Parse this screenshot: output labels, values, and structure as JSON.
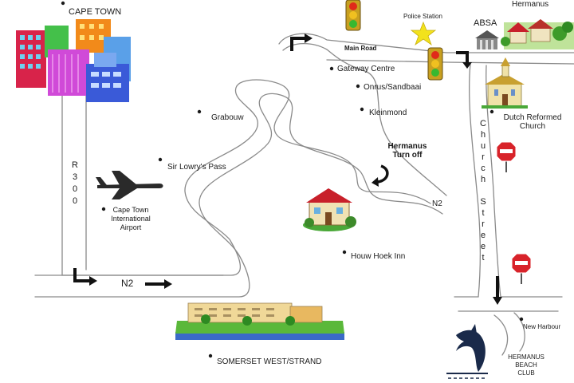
{
  "map": {
    "places": {
      "cape_town": "CAPE TOWN",
      "hermanus": "Hermanus",
      "police_station": "Police Station",
      "absa": "ABSA",
      "main_road": "Main Road",
      "gateway_centre": "Gateway Centre",
      "onrus": "Onrus/Sandbaai",
      "kleinmond": "Kleinmond",
      "grabouw": "Grabouw",
      "sir_lowrys_pass": "Sir Lowry's Pass",
      "hermanus_turnoff_line1": "Hermanus",
      "hermanus_turnoff_line2": "Turn off",
      "n2_right": "N2",
      "airport_line1": "Cape Town",
      "airport_line2": "International",
      "airport_line3": "Airport",
      "houw_hoek_inn": "Houw Hoek Inn",
      "n2_bottom": "N2",
      "somerset_west": "SOMERSET WEST/STRAND",
      "dutch_reformed_line1": "Dutch Reformed",
      "dutch_reformed_line2": "Church",
      "new_harbour": "New Harbour",
      "beach_club_line1": "HERMANUS",
      "beach_club_line2": "BEACH",
      "beach_club_line3": "CLUB"
    },
    "road_r300": [
      "R",
      "3",
      "0",
      "0"
    ],
    "church_street": [
      "C",
      "h",
      "u",
      "r",
      "c",
      "h",
      "",
      "S",
      "t",
      "r",
      "e",
      "e",
      "t"
    ],
    "icons": [
      "city-buildings-icon",
      "airplane-icon",
      "house-icon",
      "traffic-light-icon",
      "star-icon",
      "bank-building-icon",
      "village-icon",
      "church-icon",
      "stop-sign-icon",
      "dolphin-icon",
      "beach-resort-icon",
      "arrow-icon"
    ],
    "colors": {
      "road": "#6b6b6b",
      "arrow": "#111111",
      "star": "#f2e21c",
      "stop_sign": "#d8232a",
      "roof": "#c8202a",
      "grass": "#3d9b2a"
    }
  }
}
